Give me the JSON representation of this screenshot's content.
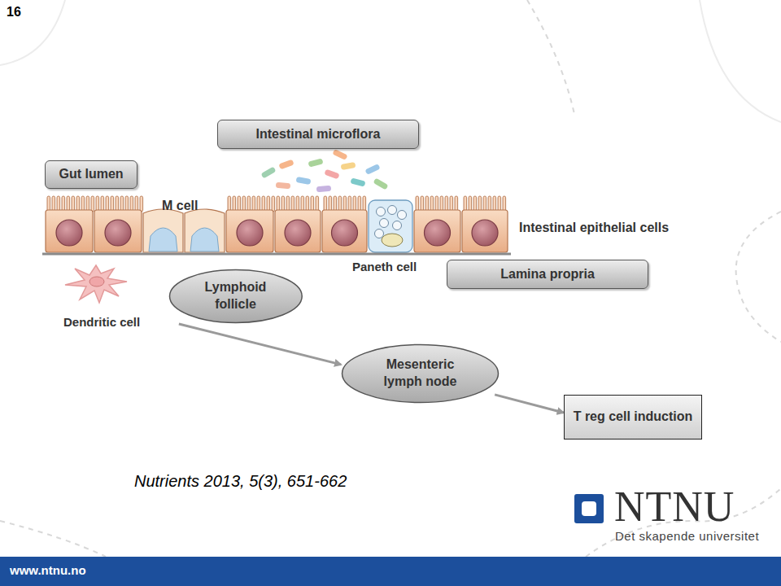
{
  "diagram": {
    "caption": "Nutrients 2013, 5(3), 651-662",
    "nodes": [
      {
        "text": [
          "Intestinal microflora"
        ]
      },
      {
        "text": [
          "Gut lumen"
        ]
      },
      {
        "text": [
          "Lamina propria"
        ]
      },
      {
        "text": [
          "Lymphoid follicle"
        ]
      },
      {
        "text": [
          "Mesenteric lymph node"
        ]
      },
      {
        "text": [
          "T reg cell induction"
        ]
      }
    ],
    "edges": [
      {
        "from": 3,
        "to": 4,
        "arrow": "to"
      },
      {
        "from": 4,
        "to": 5,
        "arrow": "to"
      }
    ],
    "labels": [
      "16",
      "M cell",
      "Intestinal epithelial cells",
      "Paneth cell",
      "Dendritic cell",
      "NTNU",
      "Det skapende universitet",
      "www.ntnu.no"
    ]
  }
}
